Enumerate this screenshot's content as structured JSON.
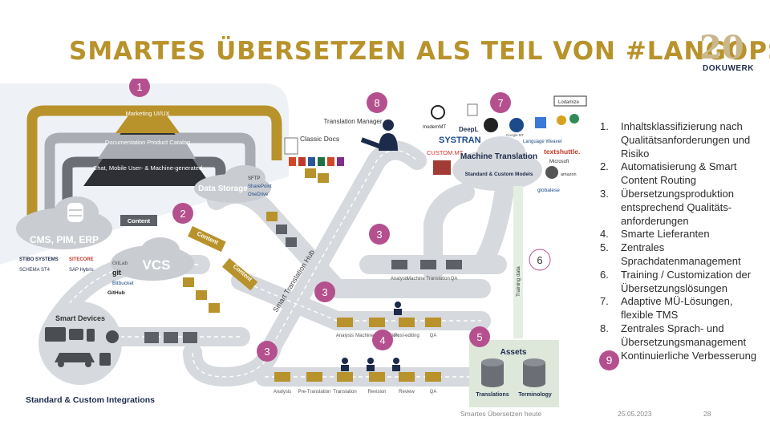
{
  "title": "SMARTES ÜBERSETZEN ALS TEIL VON #LANGOPS",
  "logo": {
    "number": "20",
    "brand": "DOKUWERK"
  },
  "list": [
    {
      "n": "1.",
      "text": "Inhaltsklassifizierung nach Qualitätsanforderungen und Risiko"
    },
    {
      "n": "2.",
      "text": "Automatisierung & Smart Content Routing"
    },
    {
      "n": "3.",
      "text": "Übersetzungsproduktion entsprechend Qualitäts-anforderungen"
    },
    {
      "n": "4.",
      "text": "Smarte Lieferanten"
    },
    {
      "n": "5.",
      "text": "Zentrales Sprachdatenmanagement"
    },
    {
      "n": "6.",
      "text": "Training / Customization der Übersetzungslösungen"
    },
    {
      "n": "7.",
      "text": "Adaptive MÜ-Lösungen, flexible TMS"
    },
    {
      "n": "8.",
      "text": "Zentrales Sprach- und Übersetzungsmanagement"
    },
    {
      "n": "9",
      "text": "Kontinuierliche Verbesserung"
    }
  ],
  "footer": {
    "center": "Smartes Übersetzen heute",
    "date": "25.05.2023",
    "page": "28"
  },
  "diagram": {
    "badges": [
      "1",
      "2",
      "3",
      "3",
      "3",
      "4",
      "5",
      "6",
      "7",
      "8"
    ],
    "marketing": "Marketing UI/UX",
    "documentation": "Documentation Product Catalog",
    "chat": "Chat, Mobile User- & Machine-generated",
    "cms": "CMS, PIM, ERP",
    "vcs": "VCS",
    "data_storage": "Data Storage",
    "sftp": "SFTP",
    "sharepoint": "SharePoint",
    "onedrive": "OneDrive",
    "classic_docs": "Classic Docs",
    "content": "Content",
    "hub": "Smart Translation Hub",
    "translation_manager": "Translation Manager",
    "mt_title": "Machine Translation",
    "mt_sub": "Standard & Custom Models",
    "training_data": "Training data",
    "assets": "Assets",
    "translations": "Translations",
    "terminology": "Terminology",
    "smart_devices": "Smart Devices",
    "integrations": "Standard & Custom Integrations",
    "cms_logos": [
      "STIBO SYSTEMS",
      "SITECORE",
      "SCHEMA ST4",
      "SAP Hybris"
    ],
    "vcs_logos": [
      "GitLab",
      "git",
      "Bitbucket",
      "GitHub"
    ],
    "mt_logos": [
      "modernMT",
      "DeepL",
      "SYSTRAN",
      "CUSTOM.MT",
      "Google MT",
      "Language Weaver",
      "textshuttle.",
      "Microsoft",
      "amazon",
      "globalese",
      "Lodamize"
    ],
    "steps_a": [
      "Analysis",
      "Machine Translation",
      "QA"
    ],
    "steps_b": [
      "Analysis",
      "Machine Translation",
      "Post-editing",
      "QA"
    ],
    "steps_c": [
      "Analysis",
      "Pre-Translation",
      "Translation",
      "Revision",
      "Review",
      "QA"
    ]
  },
  "colors": {
    "gold": "#b8922b",
    "road": "#d6d9dd",
    "dark_road": "#5d6066",
    "badge": "#b5508e",
    "navy": "#1d2b4b"
  }
}
